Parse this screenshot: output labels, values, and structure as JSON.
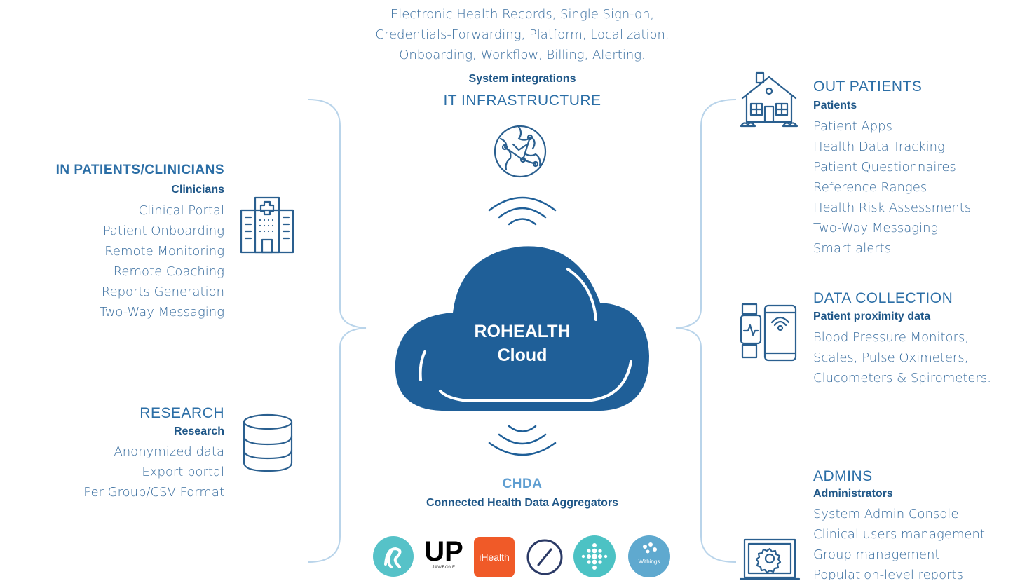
{
  "top": {
    "integrations_lines": [
      "Electronic Health Records, Single Sign-on,",
      "Credentials-Forwarding, Platform, Localization,",
      "Onboarding, Workflow, Billing, Alerting."
    ],
    "subtitle": "System integrations",
    "title": "IT INFRASTRUCTURE",
    "icon": "globe-icon"
  },
  "center": {
    "cloud_line1": "ROHEALTH",
    "cloud_line2": "Cloud",
    "cloud_color": "#1f5f98"
  },
  "bottom": {
    "title": "CHDA",
    "subtitle": "Connected Health Data Aggregators",
    "logos": [
      {
        "name": "rounds-logo",
        "label": ""
      },
      {
        "name": "jawbone-up-logo",
        "label": "UP",
        "small": "JAWBONE"
      },
      {
        "name": "ihealth-logo",
        "label": "iHealth"
      },
      {
        "name": "withings-clock-logo",
        "label": ""
      },
      {
        "name": "fitbit-logo",
        "label": ""
      },
      {
        "name": "withings-logo",
        "label": "Withings"
      }
    ]
  },
  "left": {
    "clinicians": {
      "title": "IN PATIENTS/CLINICIANS",
      "subtitle": "Clinicians",
      "items": [
        "Clinical Portal",
        "Patient Onboarding",
        "Remote Monitoring",
        "Remote Coaching",
        "Reports Generation",
        "Two-Way Messaging"
      ],
      "icon": "hospital-icon"
    },
    "research": {
      "title": "RESEARCH",
      "subtitle": "Research",
      "items": [
        "Anonymized data",
        "Export portal",
        "Per Group/CSV Format"
      ],
      "icon": "database-icon"
    }
  },
  "right": {
    "outpatients": {
      "title": "OUT PATIENTS",
      "subtitle": "Patients",
      "items": [
        "Patient Apps",
        "Health Data Tracking",
        "Patient Questionnaires",
        "Reference Ranges",
        "Health Risk Assessments",
        "Two-Way Messaging",
        "Smart alerts"
      ],
      "icon": "house-icon"
    },
    "datacollection": {
      "title": "DATA COLLECTION",
      "subtitle": "Patient proximity data",
      "items": [
        "Blood Pressure Monitors,",
        "Scales, Pulse Oximeters,",
        "Clucometers & Spirometers."
      ],
      "icon": "smartwatch-phone-icon"
    },
    "admins": {
      "title": "ADMINS",
      "subtitle": "Administrators",
      "items": [
        "System Admin Console",
        "Clinical users management",
        "Group management",
        "Population-level reports"
      ],
      "icon": "laptop-gear-icon"
    }
  }
}
